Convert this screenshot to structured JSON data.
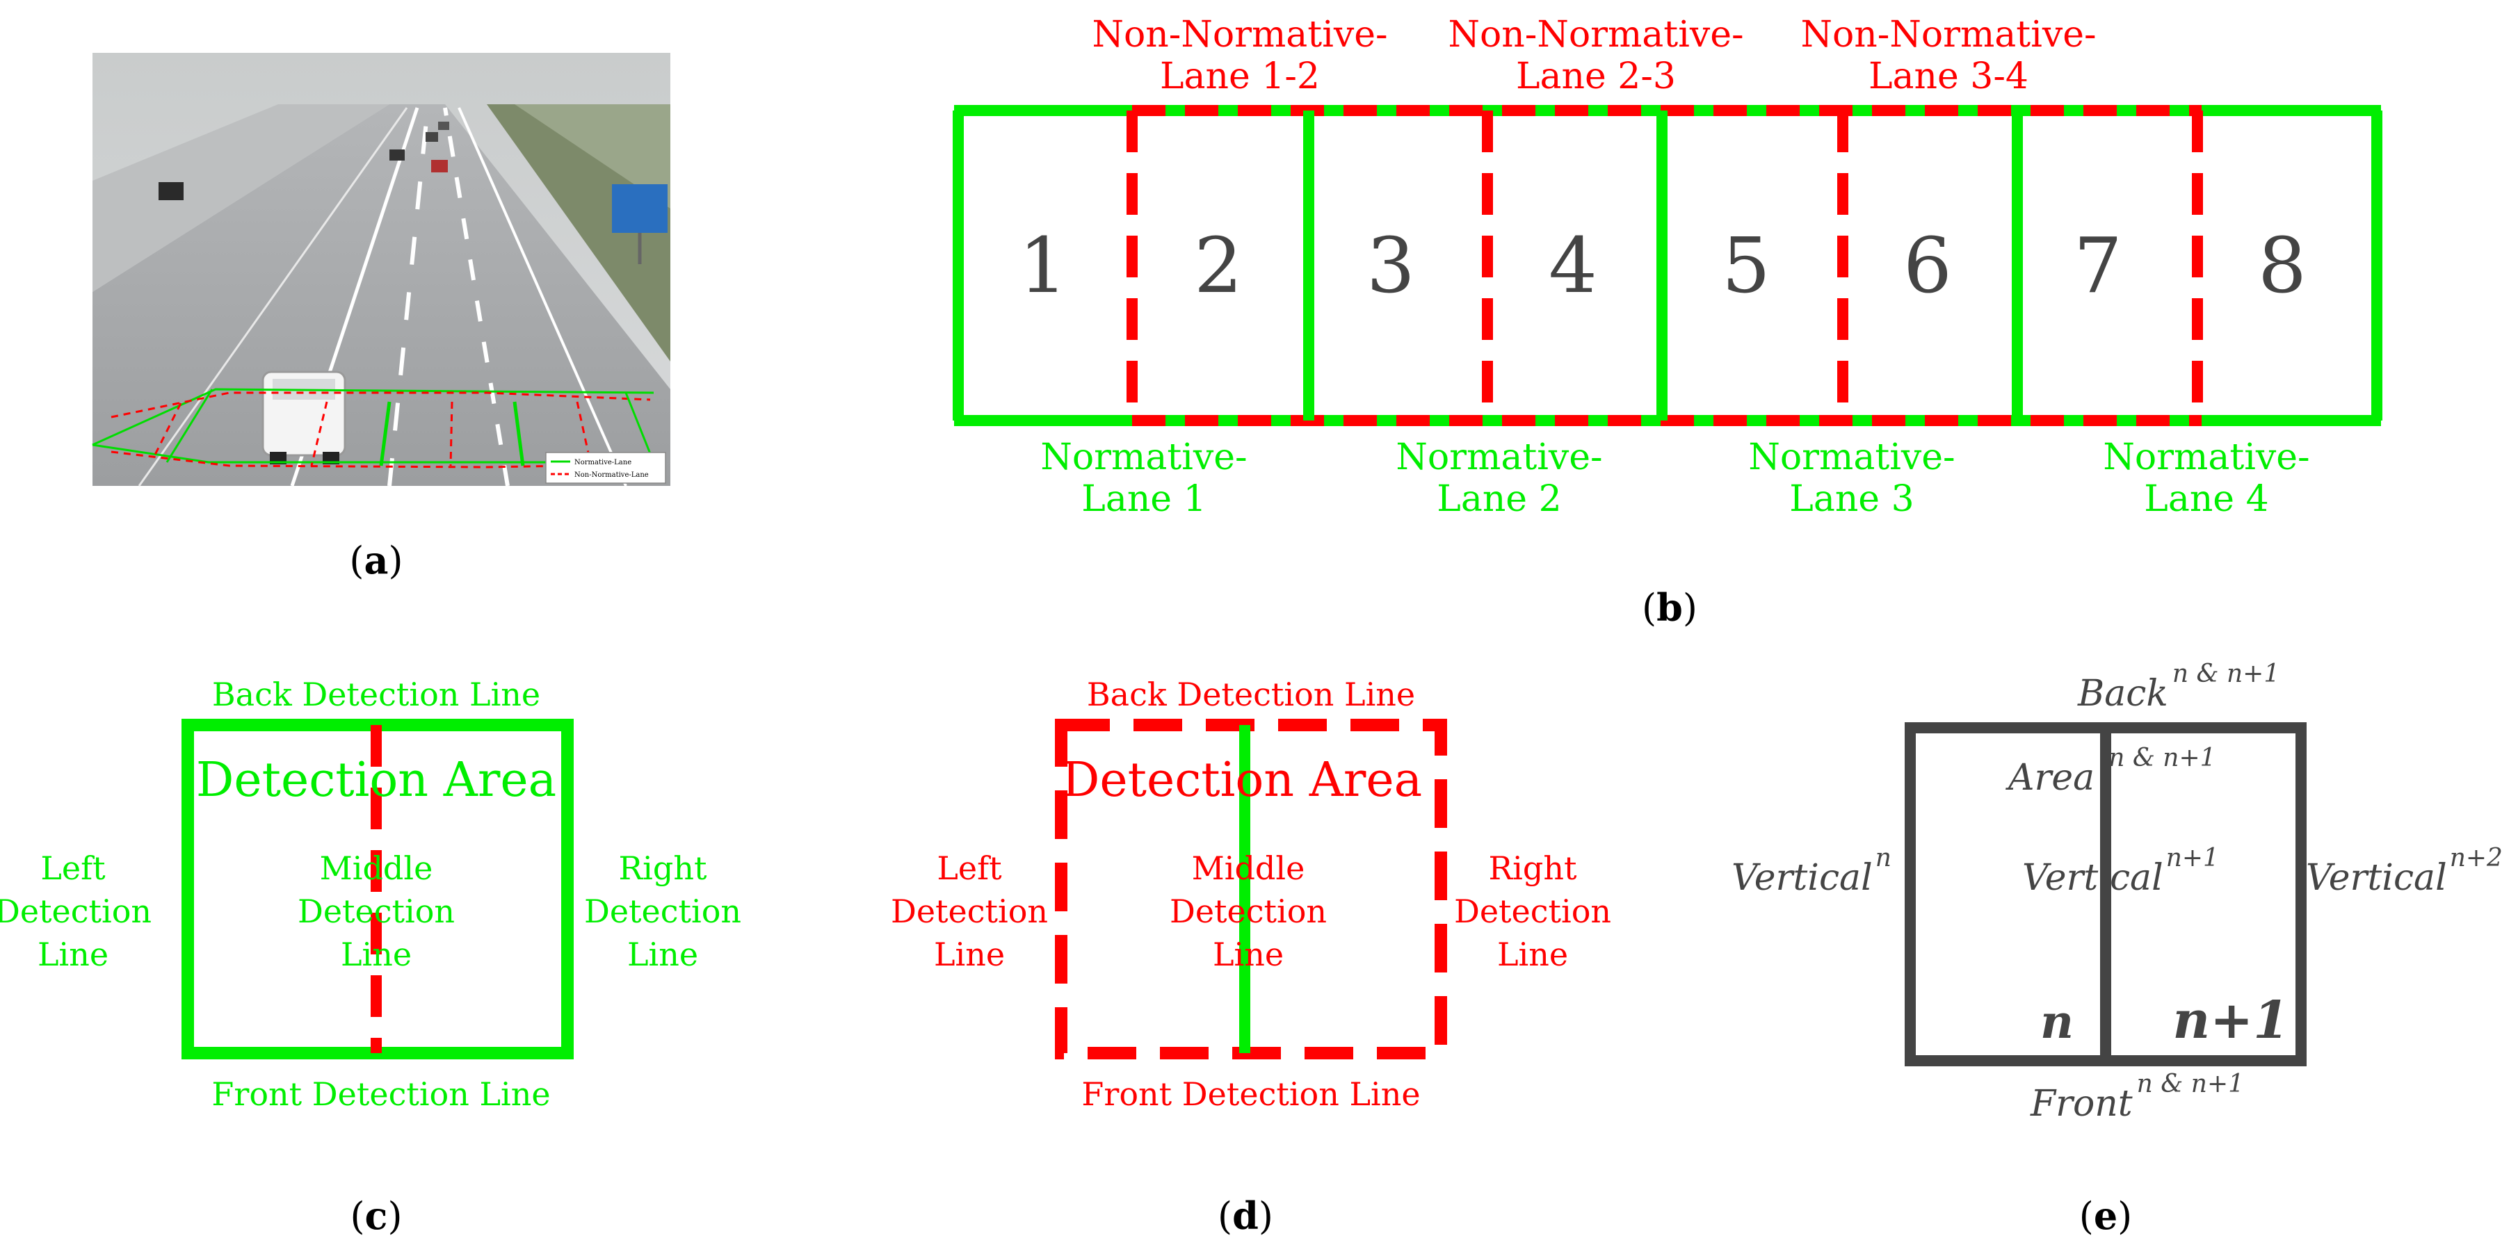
{
  "colors": {
    "normative": "#00ee00",
    "non_normative": "#ff0000",
    "dark": "#444444"
  },
  "panel_a": {
    "caption_open": "(",
    "caption_letter": "a",
    "caption_close": ")",
    "legend": [
      "Normative-Lane",
      "Non-Normative-Lane"
    ]
  },
  "panel_b": {
    "caption_open": "(",
    "caption_letter": "b",
    "caption_close": ")",
    "cells": [
      "1",
      "2",
      "3",
      "4",
      "5",
      "6",
      "7",
      "8"
    ],
    "top_labels": [
      {
        "line1": "Non-Normative-",
        "line2": "Lane 1-2"
      },
      {
        "line1": "Non-Normative-",
        "line2": "Lane 2-3"
      },
      {
        "line1": "Non-Normative-",
        "line2": "Lane 3-4"
      }
    ],
    "bottom_labels": [
      {
        "line1": "Normative-",
        "line2": "Lane 1"
      },
      {
        "line1": "Normative-",
        "line2": "Lane 2"
      },
      {
        "line1": "Normative-",
        "line2": "Lane 3"
      },
      {
        "line1": "Normative-",
        "line2": "Lane 4"
      }
    ]
  },
  "panel_c": {
    "caption_open": "(",
    "caption_letter": "c",
    "caption_close": ")",
    "back": "Back Detection Line",
    "front": "Front Detection Line",
    "area": "Detection Area",
    "left": [
      "Left",
      "Detection",
      "Line"
    ],
    "right": [
      "Right",
      "Detection",
      "Line"
    ],
    "middle": [
      "Middle",
      "Detection",
      "Line"
    ]
  },
  "panel_d": {
    "caption_open": "(",
    "caption_letter": "d",
    "caption_close": ")",
    "back": "Back Detection Line",
    "front": "Front Detection Line",
    "area": "Detection Area",
    "left": [
      "Left",
      "Detection",
      "Line"
    ],
    "right": [
      "Right",
      "Detection",
      "Line"
    ],
    "middle": [
      "Middle",
      "Detection",
      "Line"
    ]
  },
  "panel_e": {
    "caption_open": "(",
    "caption_letter": "e",
    "caption_close": ")",
    "back": "Back",
    "back_sup": "n & n+1",
    "front": "Front",
    "front_sup": "n & n+1",
    "area": "Area",
    "area_sup": "n & n+1",
    "vert_left": "Vertical",
    "vert_left_sup": "n",
    "vert_mid": "Vertical",
    "vert_mid_sup": "n+1",
    "vert_right": "Vertical",
    "vert_right_sup": "n+2",
    "cell_left": "n",
    "cell_right": "n+1"
  }
}
